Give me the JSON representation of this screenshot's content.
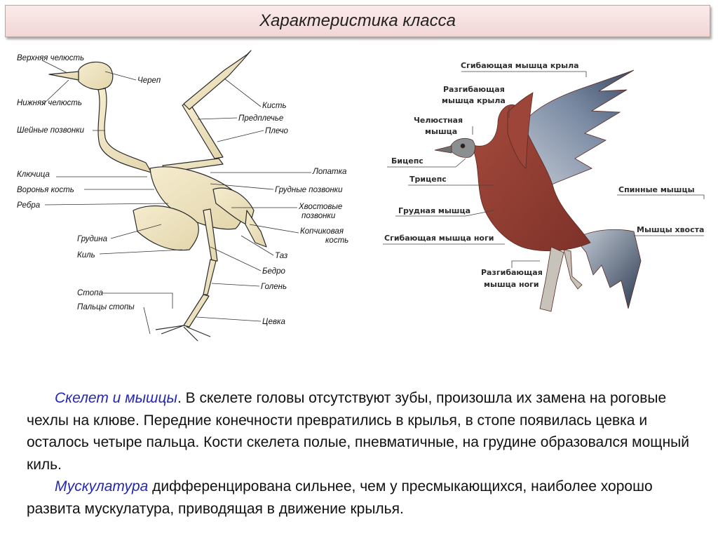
{
  "title": "Характеристика класса",
  "skeleton": {
    "labels": {
      "upper_jaw": "Верхняя челюсть",
      "skull": "Череп",
      "lower_jaw": "Нижняя челюсть",
      "hand": "Кисть",
      "forearm": "Предплечье",
      "cervical": "Шейные позвонки",
      "shoulder": "Плечо",
      "clavicle": "Ключица",
      "scapula": "Лопатка",
      "coracoid": "Воронья кость",
      "thoracic": "Грудные позвонки",
      "ribs": "Ребра",
      "caudal_1": "Хвостовые",
      "caudal_2": "позвонки",
      "pygostyle_1": "Копчиковая",
      "pygostyle_2": "кость",
      "sternum": "Грудина",
      "pelvis": "Таз",
      "keel": "Киль",
      "femur": "Бедро",
      "tibia": "Голень",
      "foot": "Стопа",
      "toes": "Пальцы стопы",
      "tarsus": "Цевка"
    }
  },
  "muscles": {
    "labels": {
      "wing_flexor": "Сгибающая мышца крыла",
      "wing_extensor_1": "Разгибающая",
      "wing_extensor_2": "мышца крыла",
      "jaw_1": "Челюстная",
      "jaw_2": "мышца",
      "biceps": "Бицепс",
      "triceps": "Трицепс",
      "back": "Спинные мышцы",
      "pectoral": "Грудная мышца",
      "tail": "Мышцы хвоста",
      "leg_flexor": "Сгибающая мышца ноги",
      "leg_extensor_1": "Разгибающая",
      "leg_extensor_2": "мышца ноги"
    }
  },
  "description": {
    "p1_lead": "Скелет и мышцы",
    "p1_text": ". В скелете головы отсутствуют зубы, произошла их замена на роговые чехлы на клюве. Передние конечности превратились в крылья, в стопе появилась цевка и осталось четыре пальца. Кости скелета полые, пневматичные, на грудине образовался мощный киль.",
    "p2_lead": "Мускулатура",
    "p2_text": " дифференцирована сильнее, чем у пресмыкающихся, наиболее хорошо развита мускулатура, приводящая в движение крылья."
  }
}
